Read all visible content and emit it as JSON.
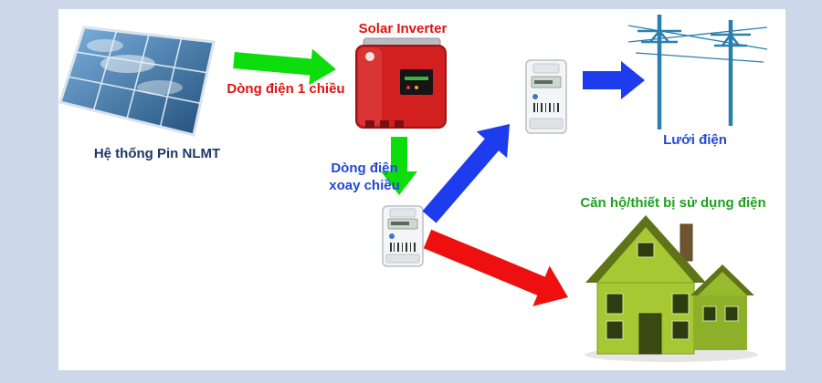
{
  "diagram": {
    "title_context": "Solar power system flow diagram",
    "labels": {
      "solar_panel": "Hệ thống Pin NLMT",
      "dc_current": "Dòng điện 1 chiều",
      "inverter": "Solar Inverter",
      "ac_current_line1": "Dòng điện",
      "ac_current_line2": "xoay chiều",
      "grid": "Lưới điện",
      "house": "Căn hộ/thiết bị sử dụng điện"
    },
    "colors": {
      "background": "#ccd8e9",
      "canvas": "#ffffff",
      "dc_arrow": "#0ddd0d",
      "ac_arrow": "#0ddd0d",
      "grid_arrow": "#1d3ced",
      "house_arrow": "#ee1010",
      "label_navy": "#1e3668",
      "label_red": "#e01212",
      "label_blue": "#2348d8",
      "label_green": "#1fa01f",
      "panel_blue": "#2a5d9f",
      "inverter_red": "#d21f1f",
      "pole_blue": "#2a7fae",
      "house_green": "#a6c832",
      "roof_green": "#5f7419"
    },
    "nodes": [
      {
        "name": "solar-panel-icon"
      },
      {
        "name": "solar-inverter-icon"
      },
      {
        "name": "electric-meter-main-icon"
      },
      {
        "name": "electric-meter-grid-icon"
      },
      {
        "name": "power-grid-icon"
      },
      {
        "name": "house-icon"
      }
    ]
  }
}
